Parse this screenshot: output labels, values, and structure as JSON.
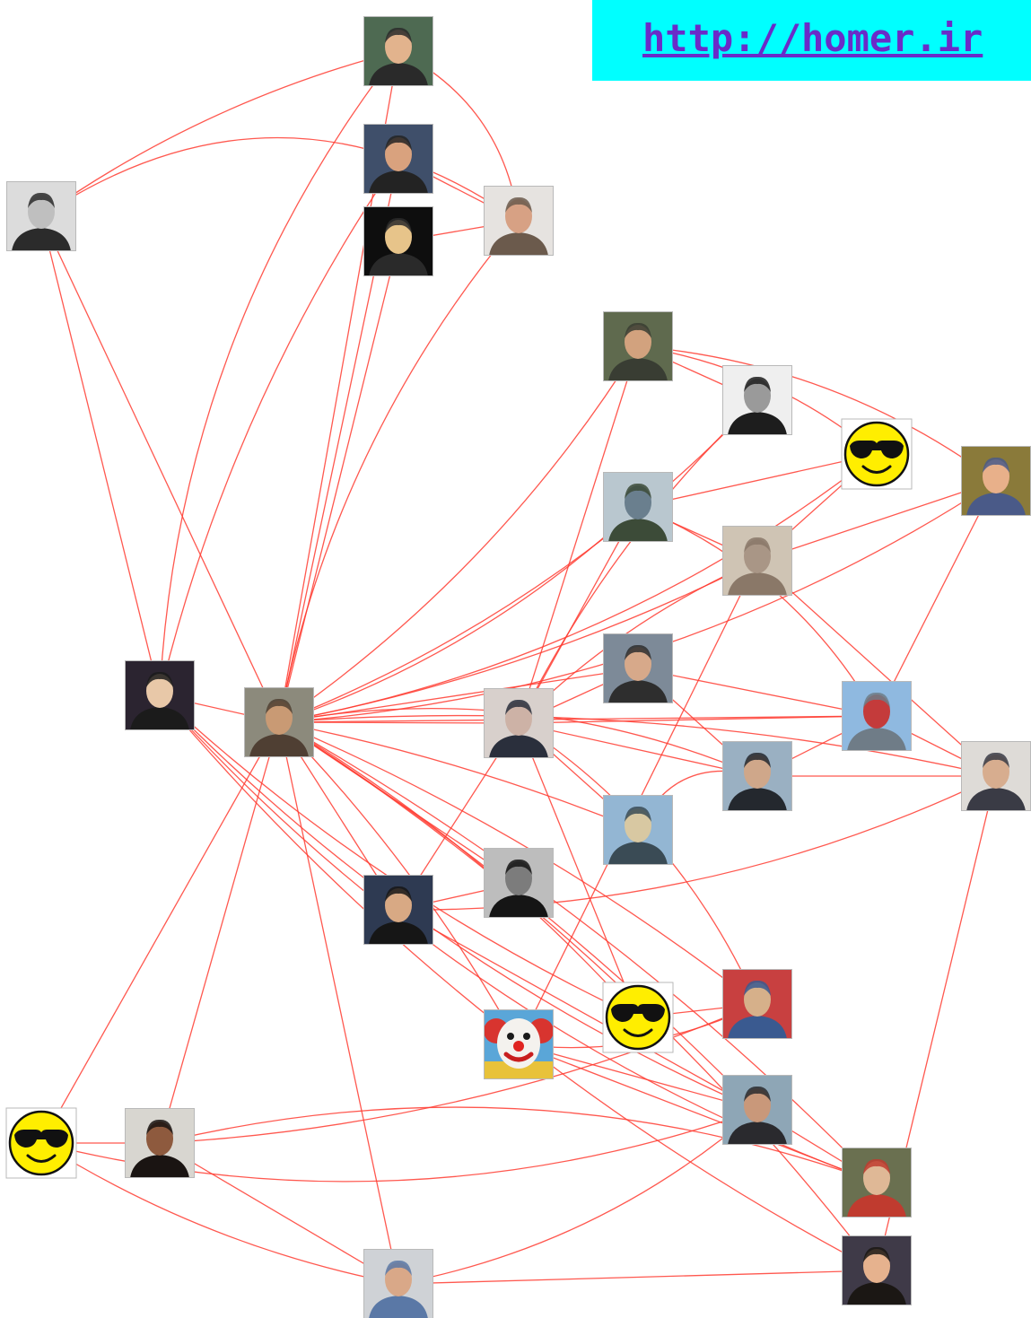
{
  "banner": {
    "url": "http://homer.ir"
  },
  "colors": {
    "edge": "#ff3b30",
    "banner_bg": "#00ffff",
    "link": "#6a2bc8",
    "smiley_face": "#ffee00",
    "frame": "#b9b9b9"
  },
  "nodes": [
    {
      "id": "top-photo",
      "kind": "photo",
      "palette": [
        "#4e6a52",
        "#2a2a2a",
        "#e2b38d"
      ]
    },
    {
      "id": "gray-man",
      "kind": "photo",
      "palette": [
        "#dcdcdc",
        "#2b2b2b",
        "#bfbfbf"
      ]
    },
    {
      "id": "glasses-man-bookshelf",
      "kind": "photo",
      "palette": [
        "#3f4f6a",
        "#232323",
        "#d9a27e"
      ]
    },
    {
      "id": "blonde-woman-dark",
      "kind": "photo",
      "palette": [
        "#0e0e0e",
        "#2a2a2a",
        "#e7c48a"
      ]
    },
    {
      "id": "man-white-wall",
      "kind": "photo",
      "palette": [
        "#e6e3e0",
        "#6b5a4c",
        "#d7a184"
      ]
    },
    {
      "id": "man-glasses-green",
      "kind": "photo",
      "palette": [
        "#5f6a4e",
        "#393d33",
        "#d2a27e"
      ]
    },
    {
      "id": "man-bw-suit",
      "kind": "photo",
      "palette": [
        "#efefef",
        "#1d1d1d",
        "#9a9a9a"
      ]
    },
    {
      "id": "smiley-top",
      "kind": "smiley"
    },
    {
      "id": "man-cap",
      "kind": "photo",
      "palette": [
        "#8a7a3a",
        "#4a5a88",
        "#e8b08a"
      ]
    },
    {
      "id": "lake-person",
      "kind": "photo",
      "palette": [
        "#b9c7cf",
        "#3c4b38",
        "#6a7f8e"
      ]
    },
    {
      "id": "sepia-man",
      "kind": "photo",
      "palette": [
        "#cfc4b4",
        "#8a7868",
        "#a99686"
      ]
    },
    {
      "id": "woman-frame",
      "kind": "photo",
      "palette": [
        "#2b2430",
        "#1b1b1b",
        "#e8c8a8"
      ]
    },
    {
      "id": "central-man",
      "kind": "photo",
      "palette": [
        "#8c8a7c",
        "#4f3f33",
        "#c99a74"
      ]
    },
    {
      "id": "woman-dark-hair",
      "kind": "photo",
      "palette": [
        "#d8d0cc",
        "#2a2f3c",
        "#cdb2a6"
      ]
    },
    {
      "id": "blurred-hand",
      "kind": "photo",
      "palette": [
        "#7d8a98",
        "#2e2e2e",
        "#d7a98a"
      ]
    },
    {
      "id": "city-statue",
      "kind": "photo",
      "palette": [
        "#8fb9e0",
        "#6f7c87",
        "#c43b3b"
      ]
    },
    {
      "id": "man-glasses-right",
      "kind": "photo",
      "palette": [
        "#dedbd7",
        "#3a3b45",
        "#d7ad8f"
      ]
    },
    {
      "id": "man-outdoor",
      "kind": "photo",
      "palette": [
        "#9ab0c2",
        "#24282e",
        "#cfa78a"
      ]
    },
    {
      "id": "sea-person",
      "kind": "photo",
      "palette": [
        "#93b6d3",
        "#3a4b55",
        "#d8c8a2"
      ]
    },
    {
      "id": "young-man-dark",
      "kind": "photo",
      "palette": [
        "#2e3a52",
        "#161616",
        "#d8a984"
      ]
    },
    {
      "id": "man-bw-smile",
      "kind": "photo",
      "palette": [
        "#bdbdbd",
        "#151515",
        "#7c7c7c"
      ]
    },
    {
      "id": "smiley-mid",
      "kind": "smiley"
    },
    {
      "id": "man-red-car",
      "kind": "photo",
      "palette": [
        "#c84040",
        "#3a5a90",
        "#d6b08a"
      ]
    },
    {
      "id": "clown",
      "kind": "clown"
    },
    {
      "id": "man-beard",
      "kind": "photo",
      "palette": [
        "#8ea6b6",
        "#2a2a2e",
        "#c9987a"
      ]
    },
    {
      "id": "smiley-left",
      "kind": "smiley"
    },
    {
      "id": "woman-dark-skin",
      "kind": "photo",
      "palette": [
        "#d8d6d0",
        "#1a1412",
        "#8e5a3e"
      ]
    },
    {
      "id": "man-red-shirt",
      "kind": "photo",
      "palette": [
        "#6a7050",
        "#c03b2f",
        "#dfb896"
      ]
    },
    {
      "id": "woman-curly",
      "kind": "photo",
      "palette": [
        "#3f3a48",
        "#1b1714",
        "#e6b28e"
      ]
    },
    {
      "id": "bald-man",
      "kind": "photo",
      "palette": [
        "#cfd2d6",
        "#5a78a6",
        "#d9a888"
      ]
    }
  ]
}
